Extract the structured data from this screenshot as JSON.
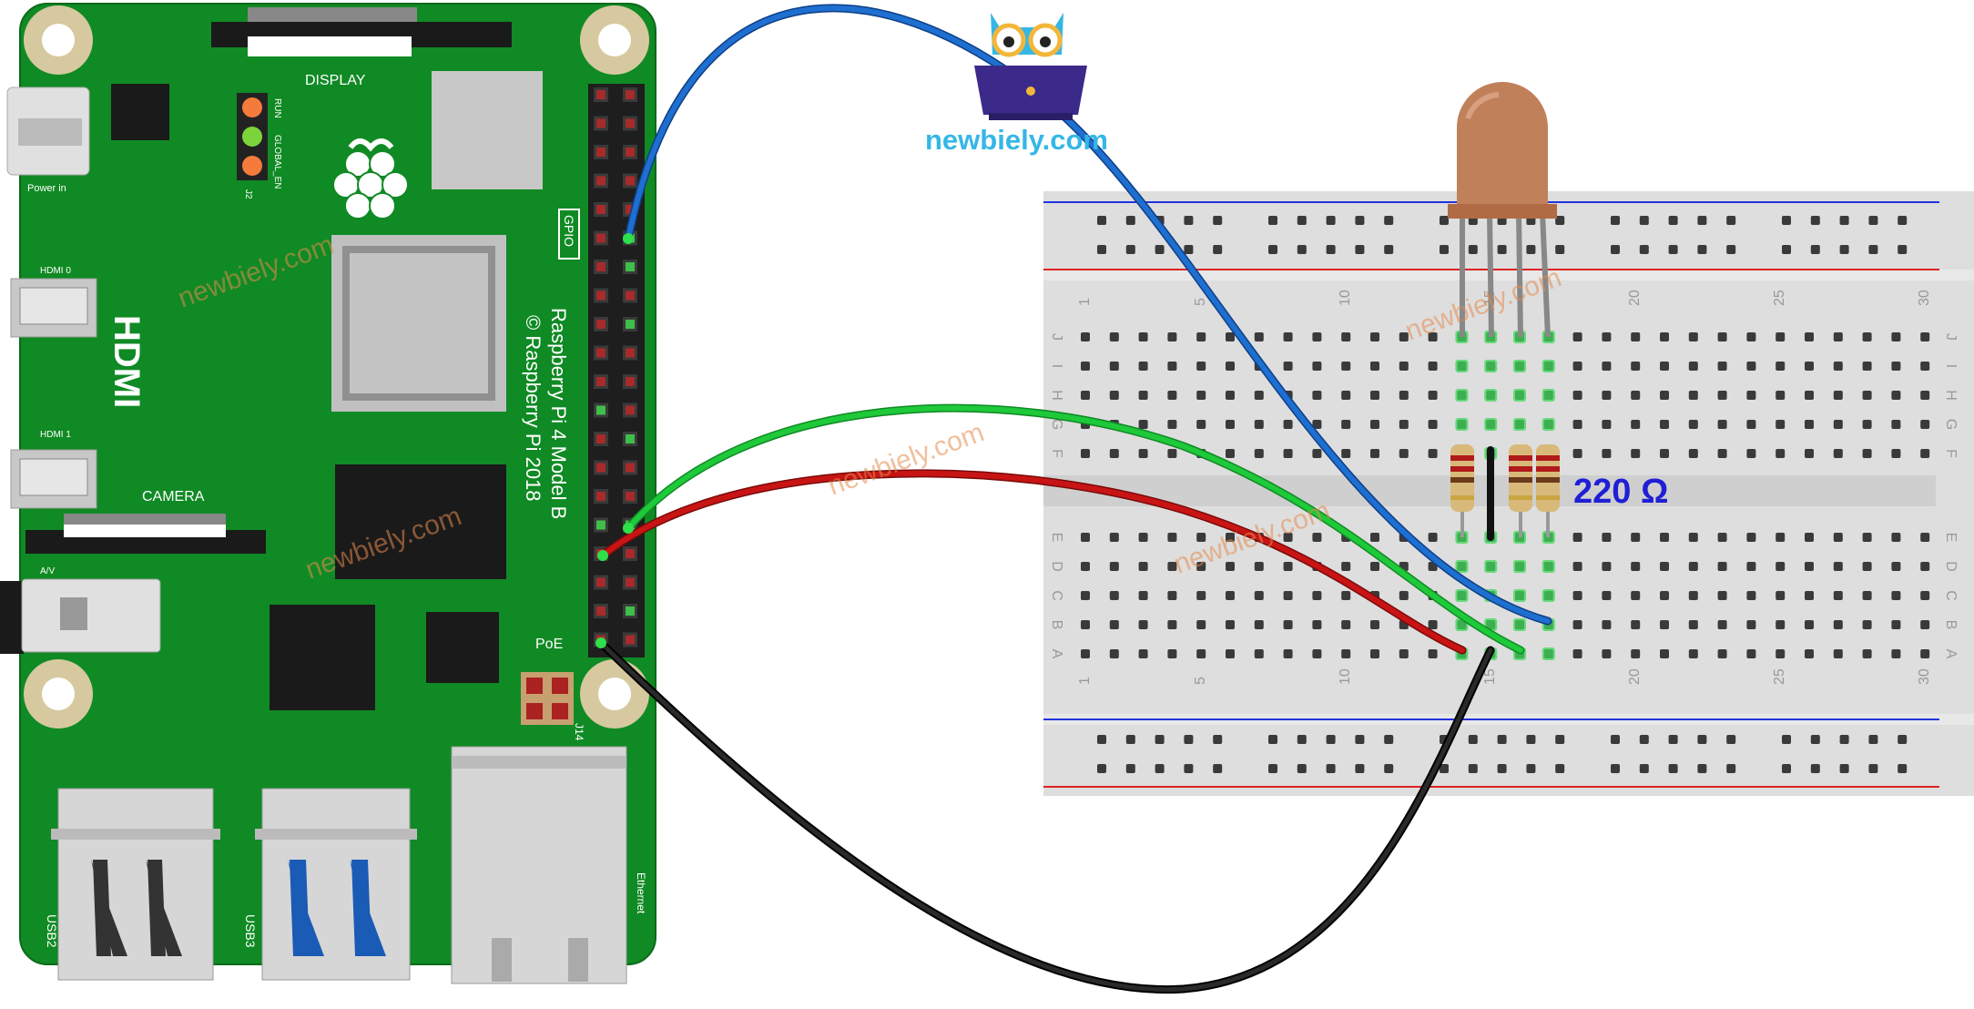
{
  "board": {
    "display_label": "DISPLAY",
    "power_label": "Power in",
    "hdmi0_label": "HDMI 0",
    "hdmi1_label": "HDMI 1",
    "hdmi_big_label": "HDMI",
    "camera_label": "CAMERA",
    "av_label": "A/V",
    "poe_label": "PoE",
    "j14_label": "J14",
    "gpio_label": "GPIO",
    "model_label": "Raspberry Pi 4 Model B",
    "copyright_label": "© Raspberry Pi 2018",
    "run_label": "RUN",
    "global_en_label": "GLOBAL_EN",
    "j2_label": "J2",
    "usb2_label": "USB2",
    "usb3_label": "USB3",
    "ethernet_label": "Ethernet"
  },
  "logo": {
    "text": "newbiely.com"
  },
  "watermark": {
    "text": "newbiely.com"
  },
  "resistor": {
    "label": "220 Ω"
  },
  "breadboard": {
    "rows_top": [
      "J",
      "I",
      "H",
      "G",
      "F"
    ],
    "rows_bottom": [
      "E",
      "D",
      "C",
      "B",
      "A"
    ],
    "column_numbers": [
      "1",
      "5",
      "10",
      "15",
      "20",
      "25",
      "30"
    ]
  },
  "colors": {
    "board_green": "#108a24",
    "wire_blue": "#1e6fd0",
    "wire_green": "#1ec93a",
    "wire_red": "#c81414",
    "wire_black": "#1a1a1a",
    "led_body": "#c0805a",
    "label_blue": "#1f1fd6",
    "watermark": "#e58a4c",
    "logo_text": "#35b7e6"
  }
}
